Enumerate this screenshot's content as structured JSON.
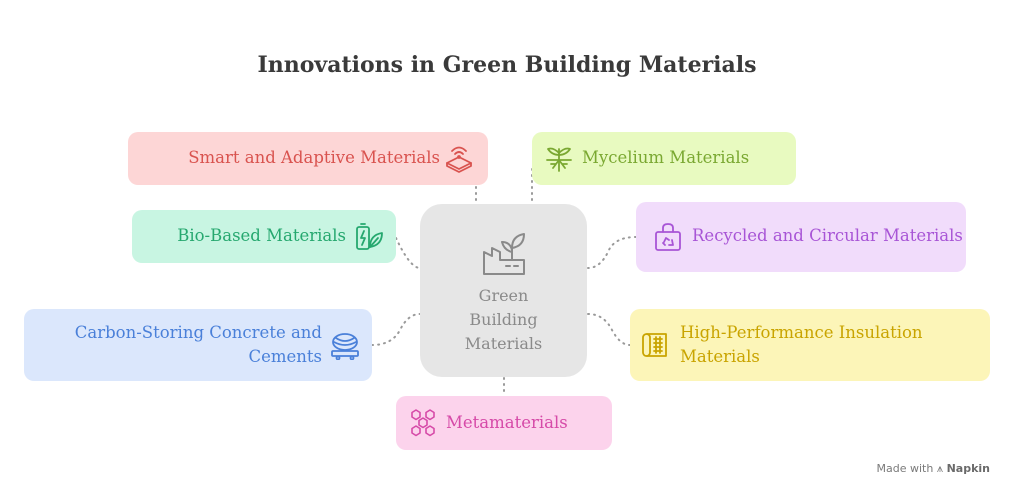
{
  "title": "Innovations in Green Building Materials",
  "center": {
    "label_lines": [
      "Green",
      "Building",
      "Materials"
    ],
    "icon": "factory-plant-icon"
  },
  "nodes": {
    "smart": {
      "label": "Smart and Adaptive Materials",
      "icon": "smart-surface-icon",
      "color": "#d9534f"
    },
    "mycelium": {
      "label": "Mycelium Materials",
      "icon": "sprout-roots-icon",
      "color": "#7aa831"
    },
    "bio": {
      "label": "Bio-Based Materials",
      "icon": "eco-battery-icon",
      "color": "#26a86f"
    },
    "recycled": {
      "label": "Recycled and Circular Materials",
      "icon": "recycle-bag-icon",
      "color": "#a855d6"
    },
    "carbon": {
      "label_lines": [
        "Carbon-Storing Concrete and",
        "Cements"
      ],
      "icon": "cement-mixer-icon",
      "color": "#4a80d9"
    },
    "insulation": {
      "label_lines": [
        "High-Performance Insulation",
        "Materials"
      ],
      "icon": "insulation-roll-icon",
      "color": "#c9a400"
    },
    "meta": {
      "label": "Metamaterials",
      "icon": "lattice-structure-icon",
      "color": "#d64aa8"
    }
  },
  "footer": {
    "made_with": "Made with",
    "brand": "Napkin"
  }
}
